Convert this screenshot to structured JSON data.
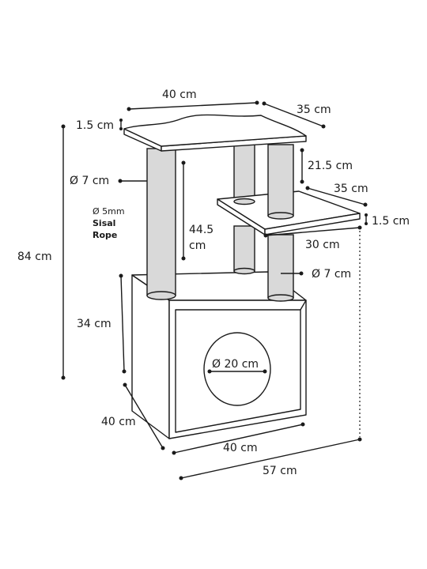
{
  "labels": {
    "top_width": "40 cm",
    "top_depth": "35 cm",
    "top_thickness": "1.5 cm",
    "total_height": "84 cm",
    "post_diameter_left": "Ø 7 cm",
    "rope_size": "Ø 5mm",
    "rope_word1": "Sisal",
    "rope_word2": "Rope",
    "post_height_line1": "44.5",
    "post_height_line2": "cm",
    "upper_gap": "21.5 cm",
    "shelf_depth": "35 cm",
    "shelf_thickness": "1.5 cm",
    "shelf_width": "30 cm",
    "post_diameter_right": "Ø 7 cm",
    "box_height": "34 cm",
    "hole_diameter": "Ø 20 cm",
    "box_depth": "40 cm",
    "box_width": "40 cm",
    "overall_width": "57 cm"
  }
}
